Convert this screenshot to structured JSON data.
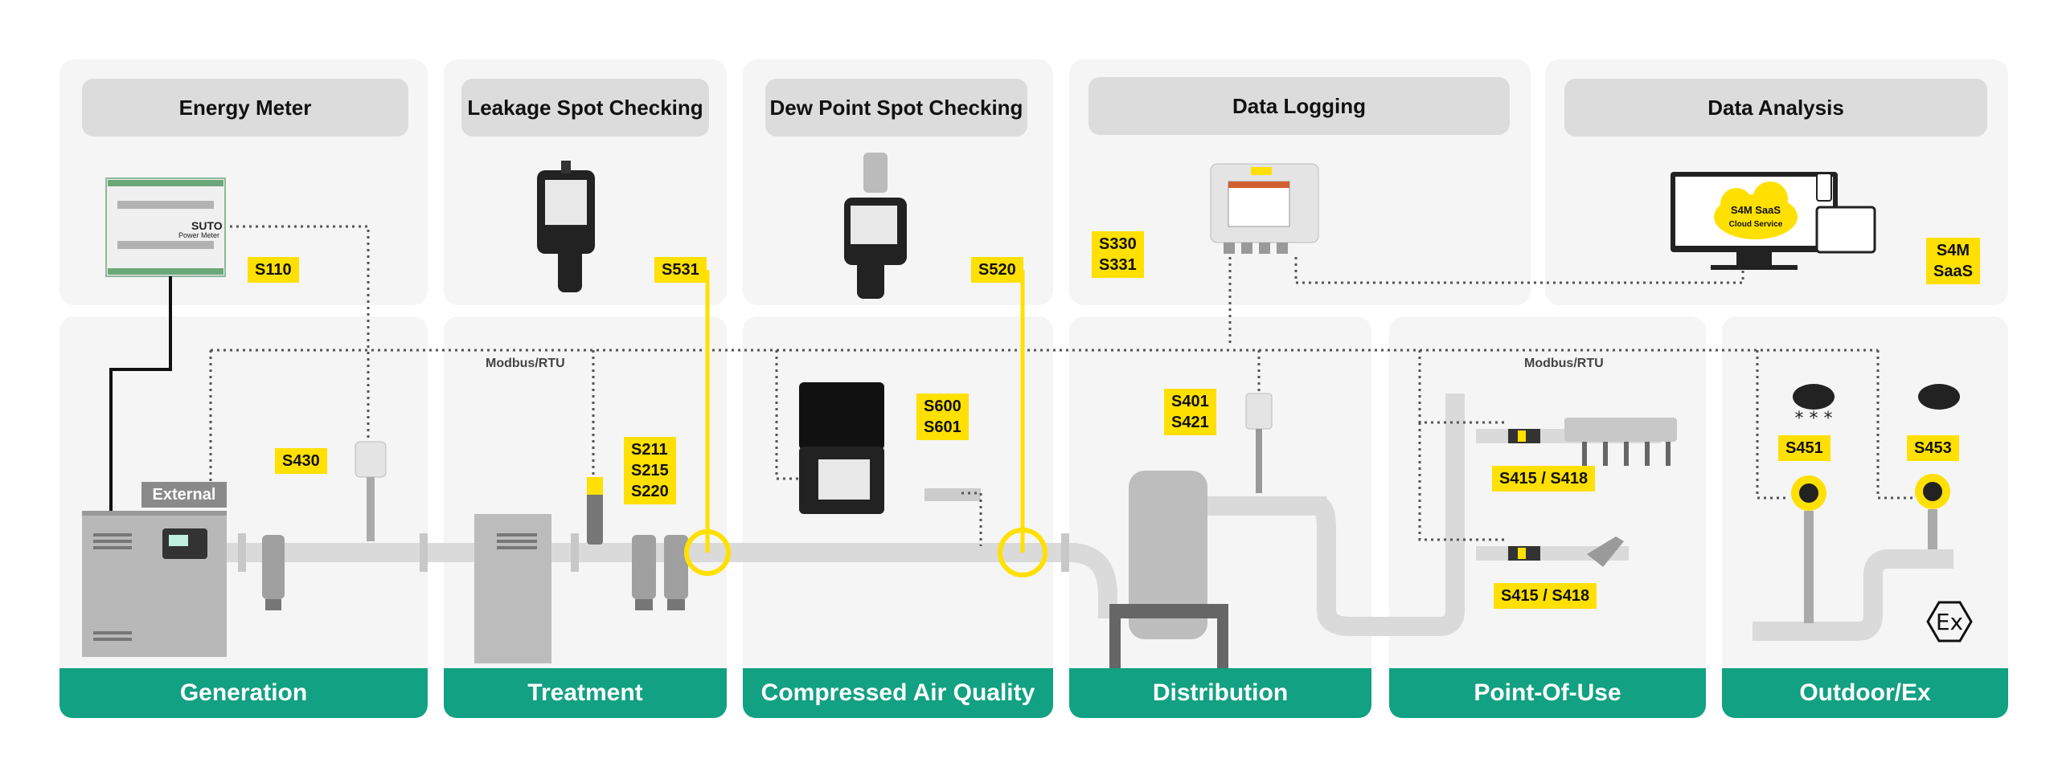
{
  "top_headers": [
    "Energy Meter",
    "Leakage Spot Checking",
    "Dew Point Spot Checking",
    "Data Logging",
    "Data Analysis"
  ],
  "bottom_labels": [
    "Generation",
    "Treatment",
    "Compressed Air Quality",
    "Distribution",
    "Point-Of-Use",
    "Outdoor/Ex"
  ],
  "tags": {
    "s110": "S110",
    "s531": "S531",
    "s520": "S520",
    "s330": "S330",
    "s331": "S331",
    "s4m": "S4M",
    "saas": "SaaS",
    "s430": "S430",
    "s211": "S211",
    "s215": "S215",
    "s220": "S220",
    "s600": "S600",
    "s601": "S601",
    "s401": "S401",
    "s421": "S421",
    "s415_a": "S415 / S418",
    "s415_b": "S415 / S418",
    "s451": "S451",
    "s453": "S453"
  },
  "labels": {
    "modbus_1": "Modbus/RTU",
    "modbus_2": "Modbus/RTU",
    "external": "External",
    "cloud_line1": "S4M SaaS",
    "cloud_line2": "Cloud Service",
    "brand": "SUTO",
    "power_meter": "Power Meter",
    "ex": "Ex"
  },
  "colors": {
    "accent_yellow": "#ffe000",
    "footer_green": "#12a182",
    "panel_bg": "#f5f5f5",
    "header_bg": "#dcdcdc",
    "pipe": "#dadada"
  }
}
